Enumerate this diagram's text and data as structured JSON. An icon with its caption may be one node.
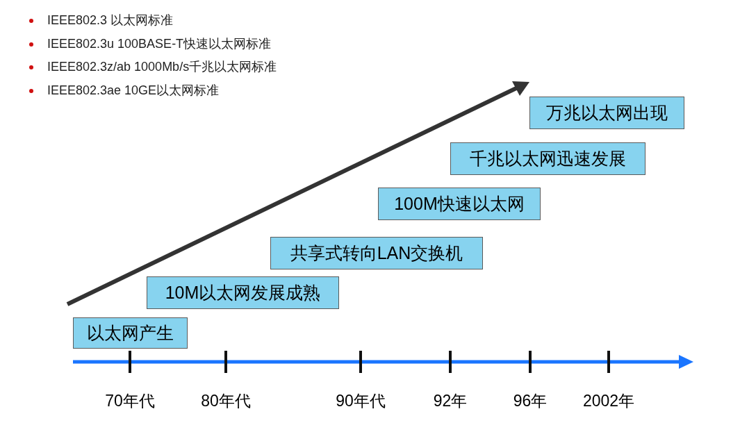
{
  "diagram": {
    "nodes": [
      {
        "text": [
          "以太网产生"
        ]
      },
      {
        "text": [
          "10M以太网发展成熟"
        ]
      },
      {
        "text": [
          "共享式转向LAN交换机"
        ]
      },
      {
        "text": [
          "100M快速以太网"
        ]
      },
      {
        "text": [
          "千兆以太网迅速发展"
        ]
      },
      {
        "text": [
          "万兆以太网出现"
        ]
      }
    ],
    "labels": [
      "IEEE802.3 以太网标准",
      "IEEE802.3u 100BASE-T快速以太网标准",
      "IEEE802.3z/ab 1000Mb/s千兆以太网标准",
      "IEEE802.3ae 10GE以太网标准",
      "70年代",
      "80年代",
      "90年代",
      "92年",
      "96年",
      "2002年"
    ]
  }
}
